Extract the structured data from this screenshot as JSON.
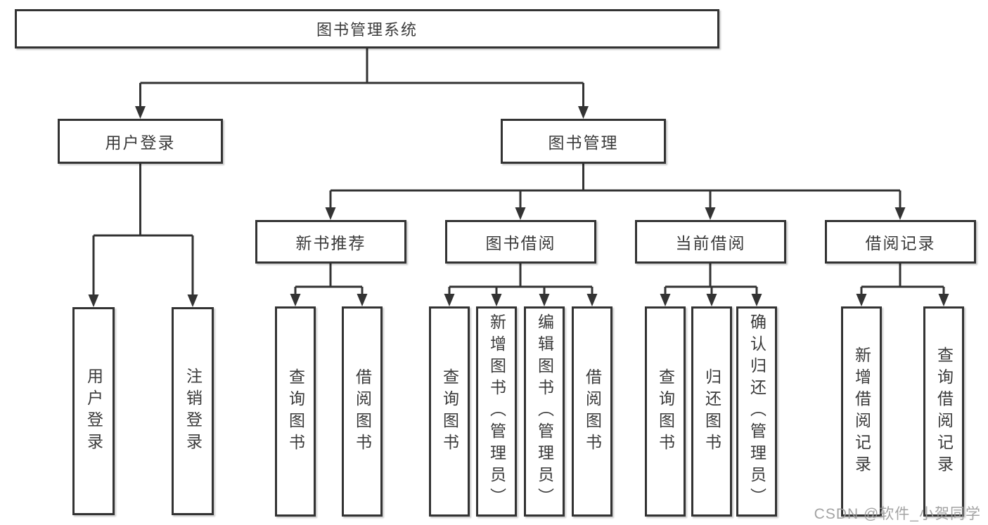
{
  "diagram": {
    "title": "图书管理系统",
    "type": "feature-tree",
    "colors": {
      "line": "#333333",
      "border": "#333333",
      "text": "#3a3a3a",
      "background": "#ffffff",
      "watermark": "#9b9b9b"
    }
  },
  "tree": {
    "root": {
      "label": "图书管理系统"
    },
    "branches": [
      {
        "label": "用户登录",
        "children": [
          {
            "label": "用户登录"
          },
          {
            "label": "注销登录"
          }
        ]
      },
      {
        "label": "图书管理",
        "children": [
          {
            "label": "新书推荐",
            "children": [
              {
                "label": "查询图书"
              },
              {
                "label": "借阅图书"
              }
            ]
          },
          {
            "label": "图书借阅",
            "children": [
              {
                "label": "查询图书"
              },
              {
                "label": "新增图书（管理员）"
              },
              {
                "label": "编辑图书（管理员）"
              },
              {
                "label": "借阅图书"
              }
            ]
          },
          {
            "label": "当前借阅",
            "children": [
              {
                "label": "查询图书"
              },
              {
                "label": "归还图书"
              },
              {
                "label": "确认归还（管理员）"
              }
            ]
          },
          {
            "label": "借阅记录",
            "children": [
              {
                "label": "新增借阅记录"
              },
              {
                "label": "查询借阅记录"
              }
            ]
          }
        ]
      }
    ]
  },
  "watermark": {
    "text": "CSDN @软件_小贺同学"
  }
}
